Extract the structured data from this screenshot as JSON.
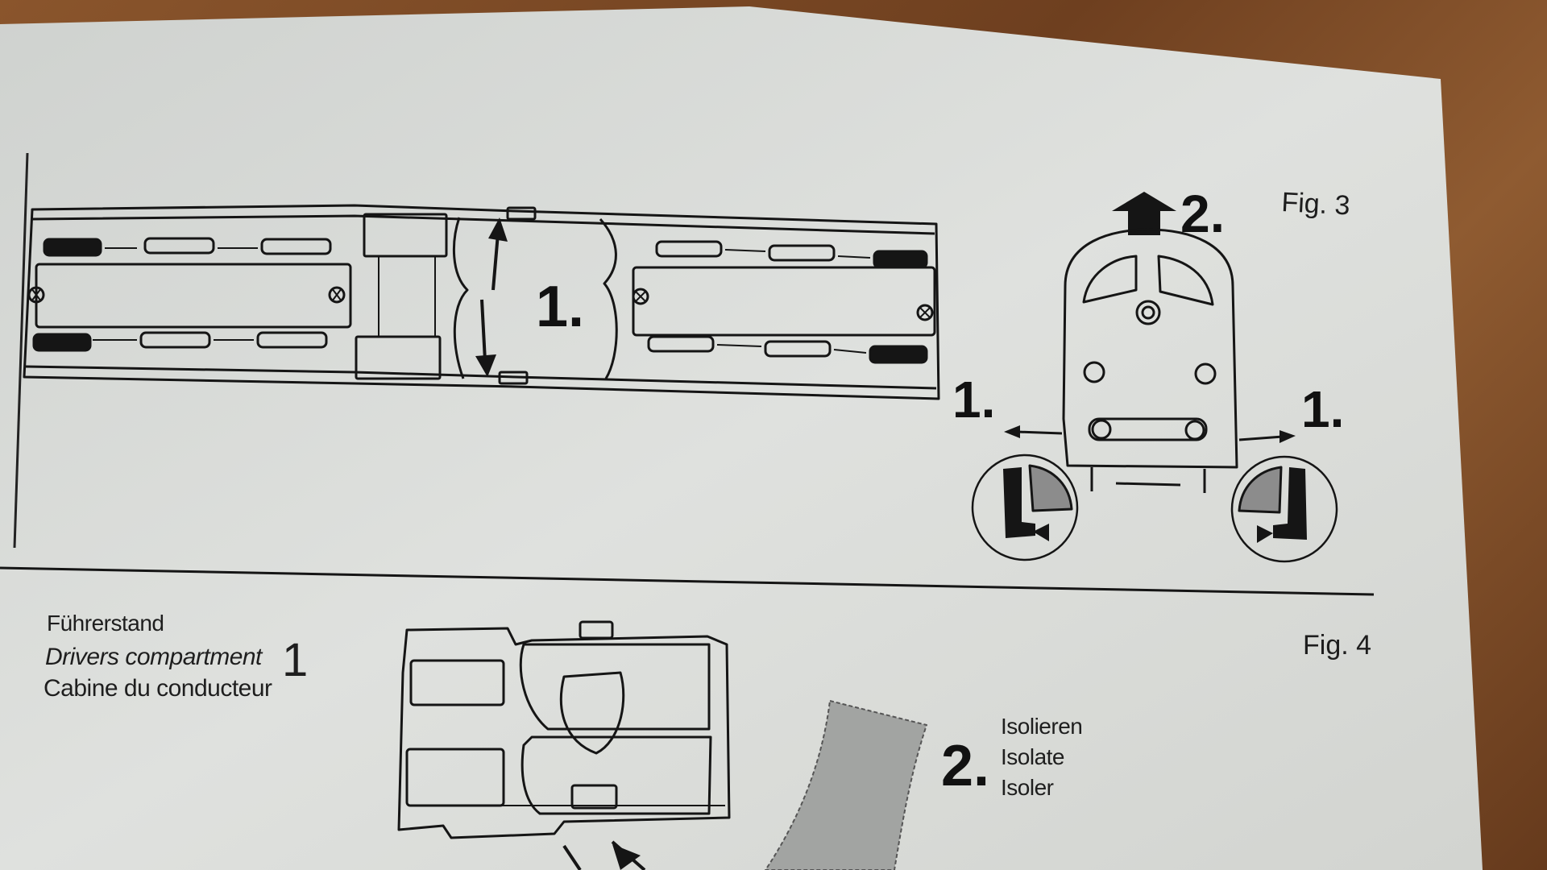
{
  "fig3": {
    "title": "Fig. 3",
    "step1_center": "1.",
    "step1_left": "1.",
    "step1_right": "1.",
    "step2": "2."
  },
  "fig4": {
    "title": "Fig. 4",
    "part1_label_de": "Führerstand",
    "part1_label_en": "Drivers compartment",
    "part1_label_fr": "Cabine du conducteur",
    "part1_number": "1",
    "step2": "2.",
    "step2_label_de": "Isolieren",
    "step2_label_en": "Isolate",
    "step2_label_fr": "Isoler"
  },
  "colors": {
    "paper": "#d9dcd8",
    "ink": "#151515",
    "wood": "#7a4a26"
  }
}
